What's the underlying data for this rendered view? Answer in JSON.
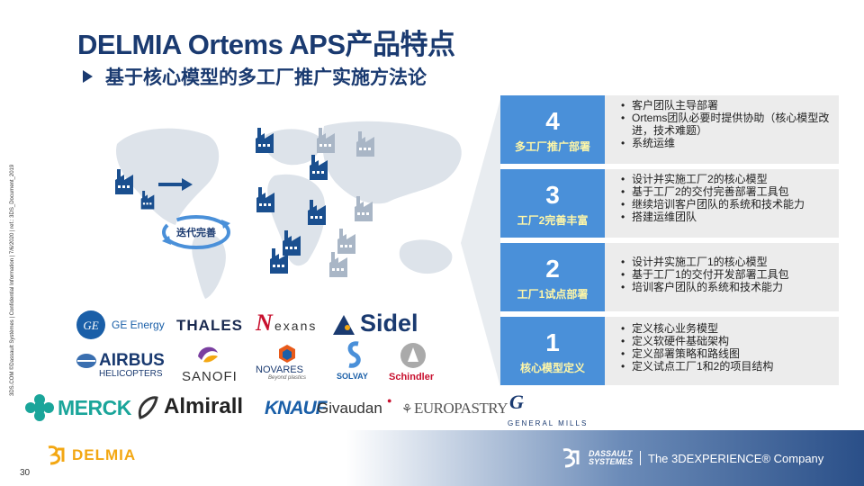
{
  "header": {
    "title": "DELMIA Ortems APS产品特点",
    "subtitle": "基于核心模型的多工厂推广实施方法论"
  },
  "side_note": "3DS.COM ©Dassault Systèmes | Confidential Information | 7/6/2020 | ref.: 3DS_Document_2019",
  "diagram": {
    "cycle_label": "迭代完善"
  },
  "stages": [
    {
      "number": "4",
      "name": "多工厂推广部署",
      "items": [
        "客户团队主导部署",
        "Ortems团队必要时提供协助（核心模型改进，技术难题）",
        "系统运维"
      ]
    },
    {
      "number": "3",
      "name": "工厂2完善丰富",
      "items": [
        "设计并实施工厂2的核心模型",
        "基于工厂2的交付完善部署工具包",
        "继续培训客户团队的系统和技术能力",
        "搭建运维团队"
      ]
    },
    {
      "number": "2",
      "name": "工厂1试点部署",
      "items": [
        "设计并实施工厂1的核心模型",
        "基于工厂1的交付开发部署工具包",
        "培训客户团队的系统和技术能力"
      ]
    },
    {
      "number": "1",
      "name": "核心模型定义",
      "items": [
        "定义核心业务模型",
        "定义软硬件基础架构",
        "定义部署策略和路线图",
        "定义试点工厂1和2的项目结构"
      ]
    }
  ],
  "logos": {
    "ge": "GE Energy",
    "thales": "THALES",
    "nexans": "exans",
    "sidel": "Sidel",
    "airbus": "AIRBUS",
    "airbus_sub": "HELICOPTERS",
    "sanofi": "SANOFI",
    "novares": "NOVARES",
    "novares_tag": "Beyond plastics",
    "solvay": "SOLVAY",
    "schindler": "Schindler",
    "merck": "MERCK",
    "almirall": "Almirall",
    "knauf": "KNAUF",
    "givaudan": "Givaudan",
    "europastry": "EUROPASTRY",
    "general_mills": "GENERAL MILLS"
  },
  "footer": {
    "page_number": "30",
    "delmia": "DELMIA",
    "ds_line1": "DASSAULT",
    "ds_line2": "SYSTEMES",
    "tagline": "The 3DEXPERIENCE® Company"
  },
  "colors": {
    "title": "#1a3a70",
    "stage_box": "#4a90d9",
    "stage_name": "#fff7a8",
    "desc_box": "#ececec",
    "delmia": "#f3a712"
  }
}
